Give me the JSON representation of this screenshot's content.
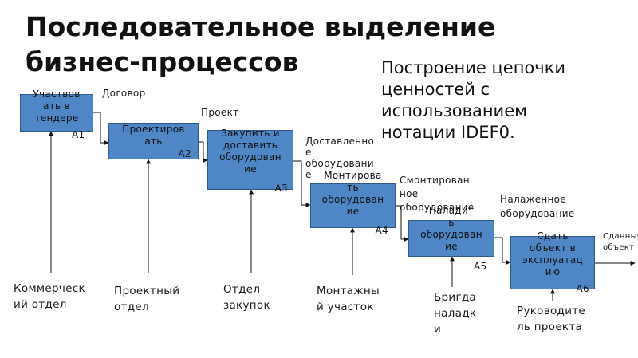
{
  "title": [
    "Последовательное выделение",
    "бизнес-процессов"
  ],
  "subtitle": [
    "Построение цепочки",
    "ценностей с",
    "использованием",
    "нотации IDEF0."
  ],
  "boxes": [
    {
      "text": [
        "Участвов",
        "ать в",
        "тендере"
      ],
      "id": "А1"
    },
    {
      "text": [
        "Проектиров",
        "ать"
      ],
      "id": "А2"
    },
    {
      "text": [
        "Закупить и",
        "доставить",
        "оборудован",
        "ие"
      ],
      "id": "А3"
    },
    {
      "text": [
        "Монтирова",
        "ть",
        "оборудован",
        "ие"
      ],
      "id": "А4"
    },
    {
      "text": [
        "Наладит",
        "ь",
        "оборудован",
        "ие"
      ],
      "id": "А5"
    },
    {
      "text": [
        "Сдать",
        "объект в",
        "эксплуатац",
        "ию"
      ],
      "id": "А6"
    }
  ],
  "outputs": [
    [
      "Договор"
    ],
    [
      "Проект"
    ],
    [
      "Доставленно",
      "е",
      "оборудовани",
      "е"
    ],
    [
      "Смонтирован",
      "ное",
      "оборудование"
    ],
    [
      "Налаженное",
      "оборудование"
    ],
    [
      "Сданный",
      "объект"
    ]
  ],
  "mechanisms": [
    [
      "Коммерческ",
      "ий отдел"
    ],
    [
      "Проектный",
      "отдел"
    ],
    [
      "Отдел",
      "закупок"
    ],
    [
      "Монтажны",
      "й участок"
    ],
    [
      "Бригда",
      "наладк",
      "и"
    ],
    [
      "Руководите",
      "ль проекта"
    ]
  ]
}
